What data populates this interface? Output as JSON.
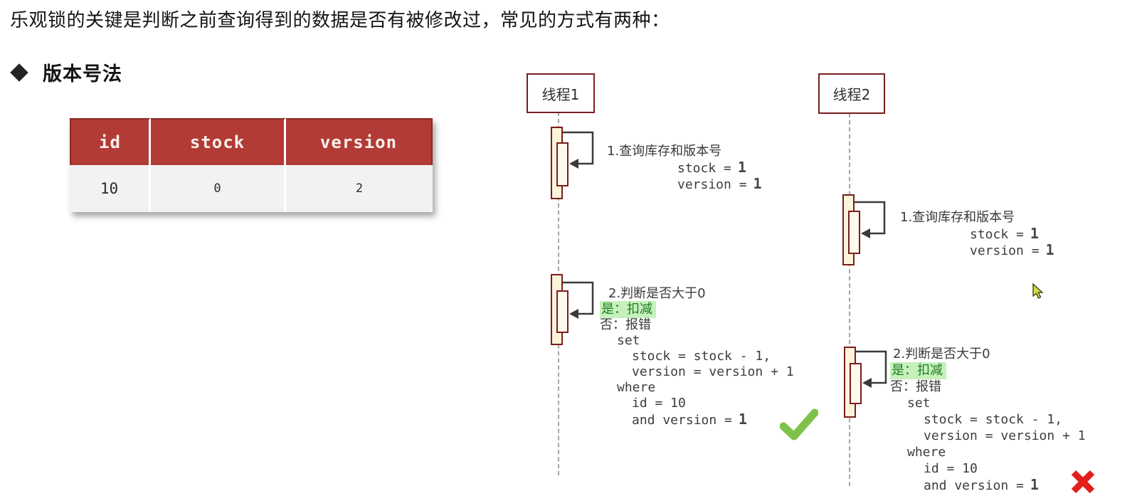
{
  "page": {
    "title": "乐观锁的关键是判断之前查询得到的数据是否有被修改过，常见的方式有两种：",
    "section_label": "版本号法"
  },
  "icons": {
    "bullet": "diamond",
    "thread1_result": "green-check",
    "thread2_result": "red-cross",
    "cursor": "arrow-pointer"
  },
  "colors": {
    "table_header_bg": "#b23b35",
    "diagram_border": "#7b1d1d",
    "activation_fill": "#fbf4da",
    "highlight_bg": "#c6f1bd",
    "highlight_text": "#1f7d1f",
    "success_green": "#7ec24b",
    "failure_red": "#e41e1a"
  },
  "table": {
    "columns": [
      "id",
      "stock",
      "version"
    ],
    "row": [
      "10",
      "0",
      "2"
    ]
  },
  "thread1": {
    "name": "线程1",
    "step1": {
      "title": "1.查询库存和版本号",
      "stock_label": "stock =",
      "stock_value": "1",
      "version_label": "version =",
      "version_value": "1"
    },
    "step2": {
      "title": "2.判断是否大于0",
      "yes_label": "是：扣减",
      "no_label": "否：报错",
      "sql_set": "set",
      "sql_set_stock": "stock = stock - 1,",
      "sql_set_version": "version = version + 1",
      "sql_where": "where",
      "sql_where_id": "id = 10",
      "sql_where_version_label": "and version =",
      "sql_where_version_value": "1"
    }
  },
  "thread2": {
    "name": "线程2",
    "step1": {
      "title": "1.查询库存和版本号",
      "stock_label": "stock =",
      "stock_value": "1",
      "version_label": "version =",
      "version_value": "1"
    },
    "step2": {
      "title": "2.判断是否大于0",
      "yes_label": "是：扣减",
      "no_label": "否：报错",
      "sql_set": "set",
      "sql_set_stock": "stock = stock - 1,",
      "sql_set_version": "version = version + 1",
      "sql_where": "where",
      "sql_where_id": "id = 10",
      "sql_where_version_label": "and version =",
      "sql_where_version_value": "1"
    }
  }
}
